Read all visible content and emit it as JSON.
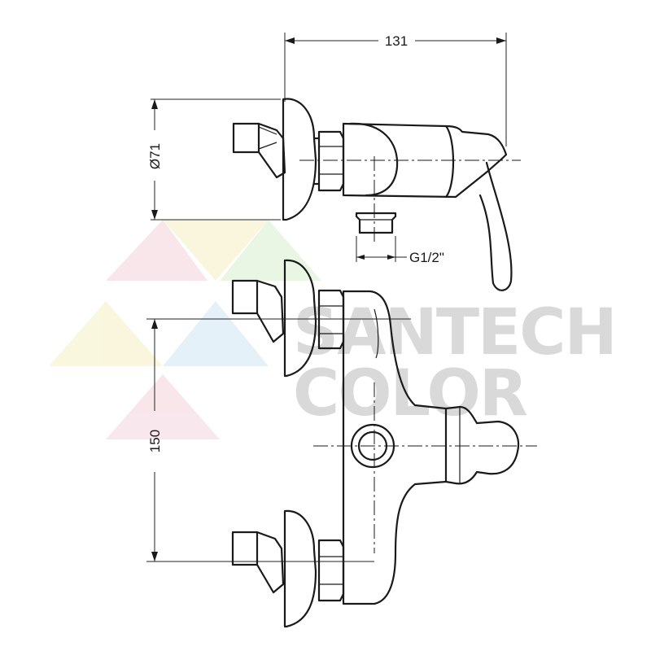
{
  "dimensions": {
    "width_label": "131",
    "diameter_label": "Ø71",
    "height_label": "150",
    "thread_label": "G1/2\""
  },
  "watermark": {
    "line1": "SANTECH",
    "line2": "COLOR",
    "colors": [
      "#f3d3dc",
      "#f6f0c4",
      "#d8efcf",
      "#cfe6f4"
    ]
  }
}
